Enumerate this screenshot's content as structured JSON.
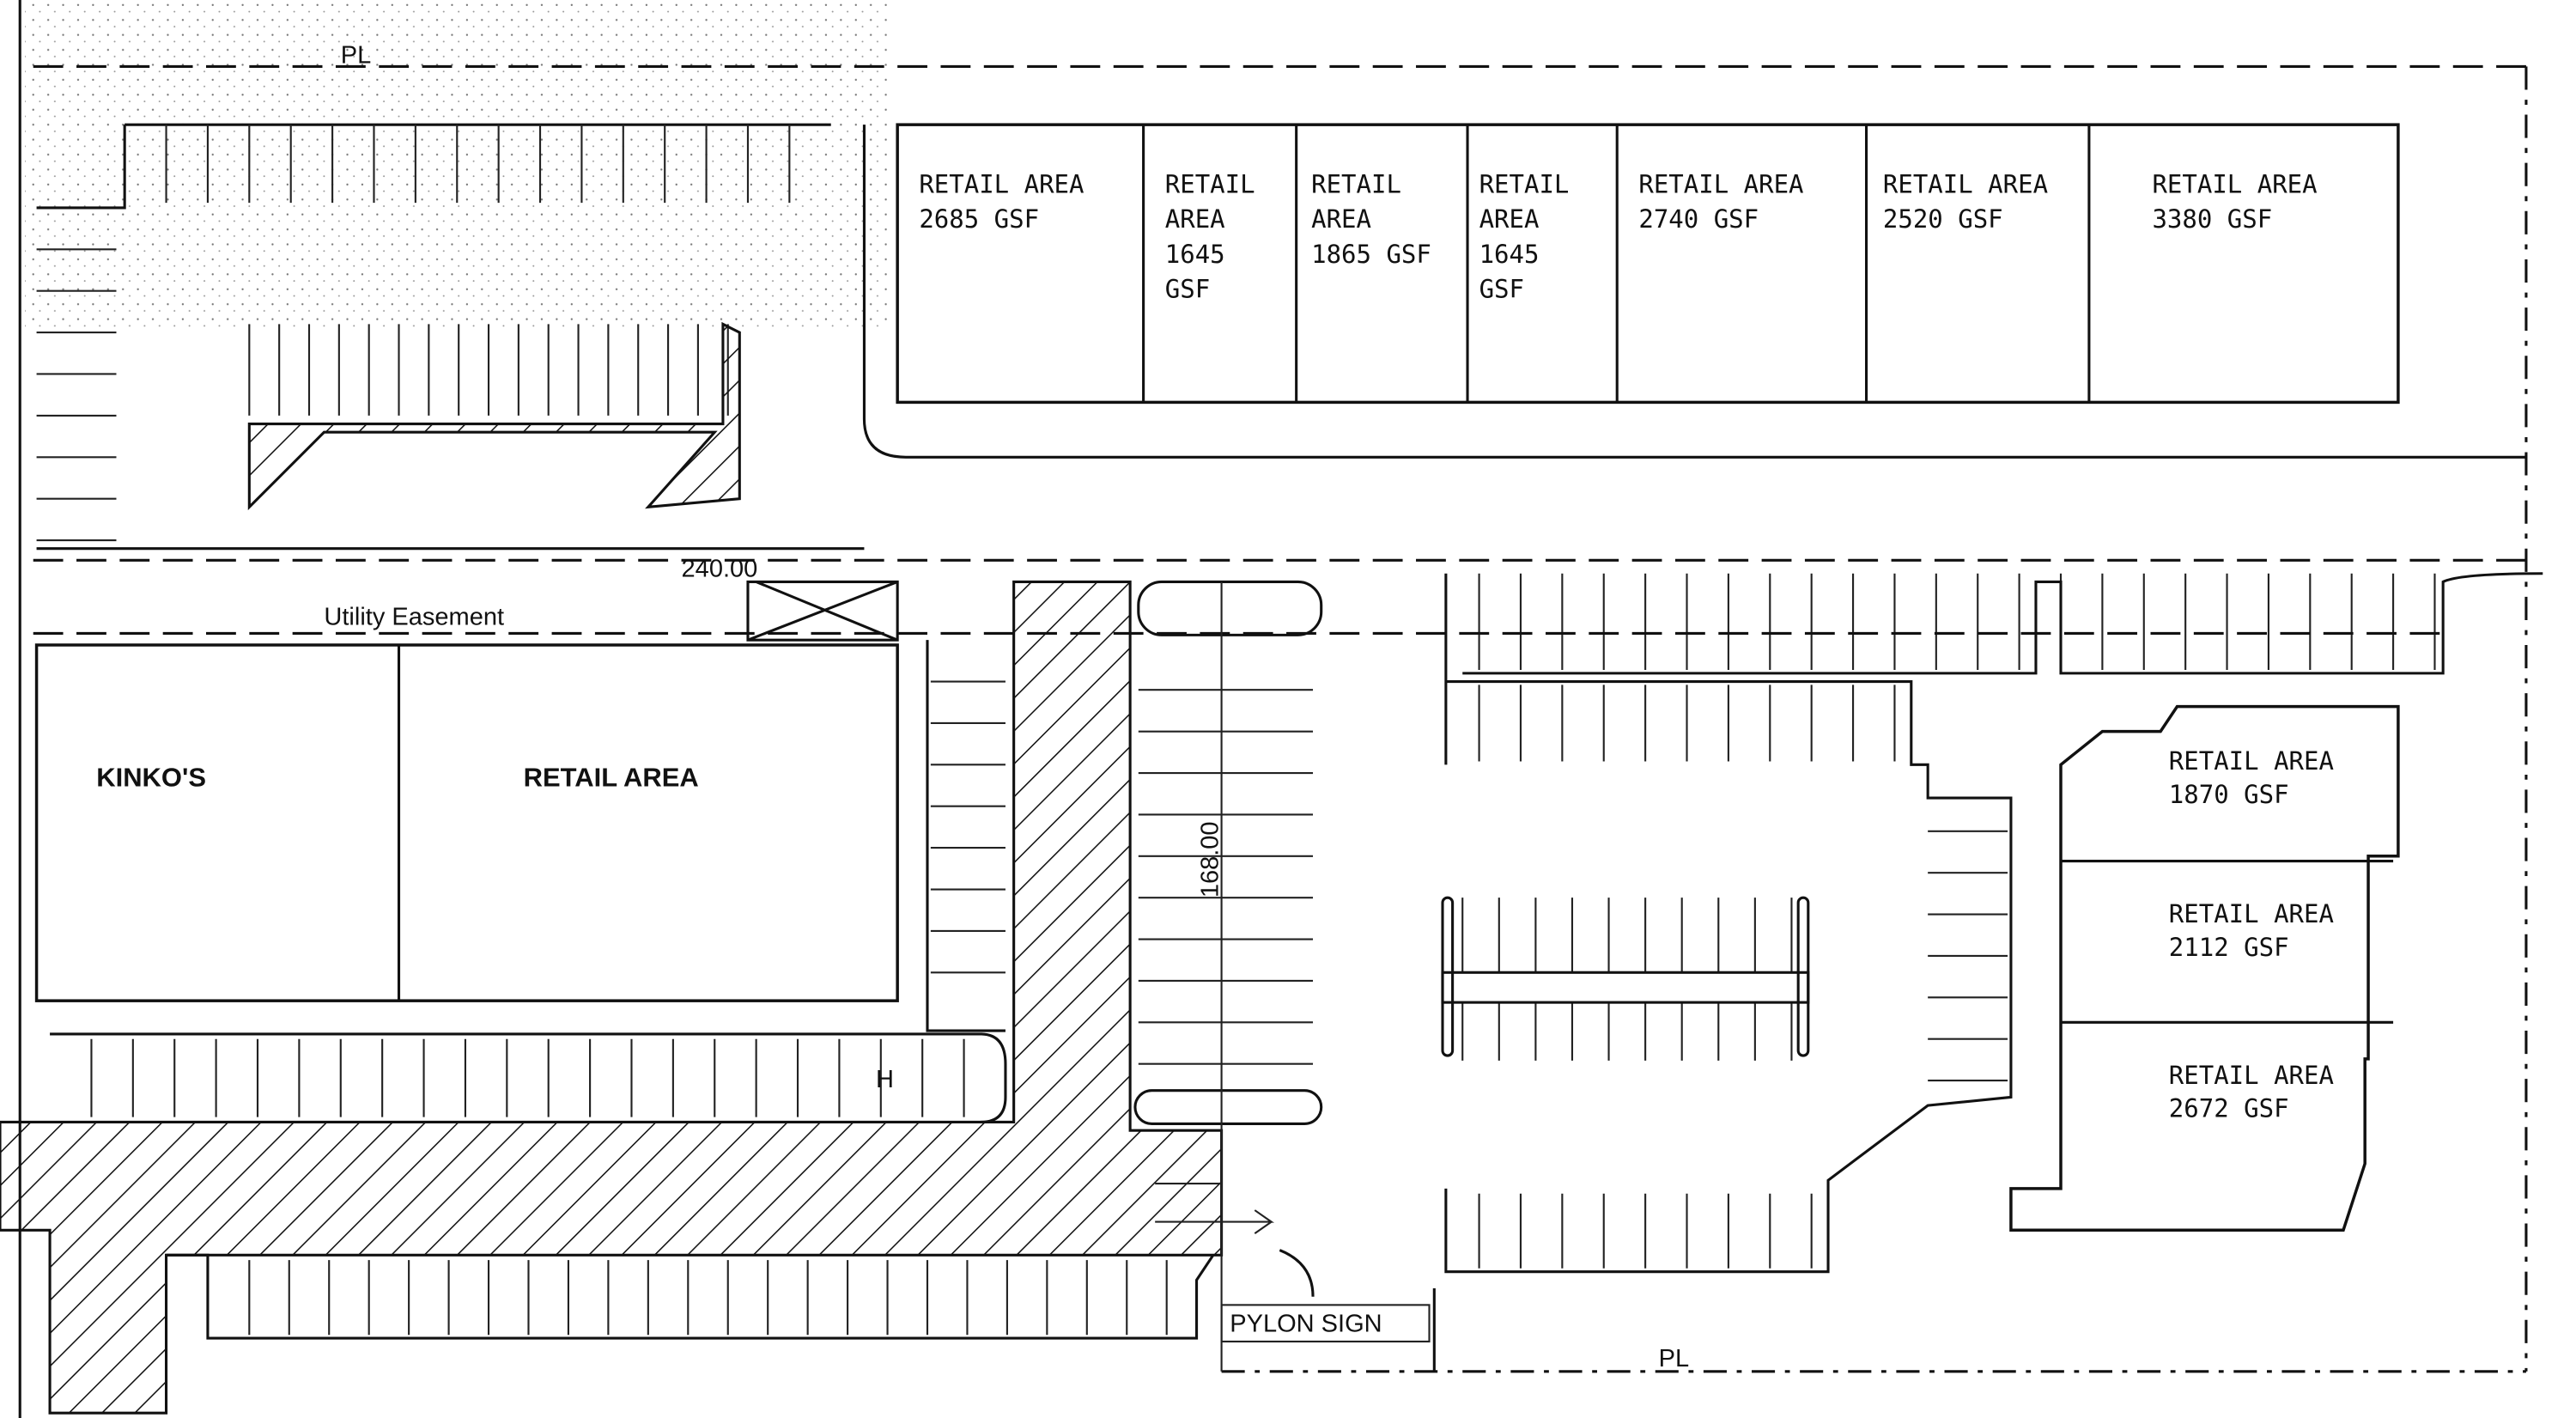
{
  "property_lines": {
    "top_label": "PL",
    "bottom_label": "PL"
  },
  "dimensions": {
    "width": "240.00",
    "depth": "168.00"
  },
  "easement_label": "Utility Easement",
  "top_retail_units": [
    {
      "line1": "RETAIL AREA",
      "line2": "2685 GSF",
      "line3": "",
      "line4": ""
    },
    {
      "line1": "RETAIL",
      "line2": "AREA",
      "line3": "1645",
      "line4": "GSF"
    },
    {
      "line1": "RETAIL",
      "line2": "AREA",
      "line3": "1865 GSF",
      "line4": ""
    },
    {
      "line1": "RETAIL",
      "line2": "AREA",
      "line3": "1645",
      "line4": "GSF"
    },
    {
      "line1": "RETAIL AREA",
      "line2": "2740 GSF",
      "line3": "",
      "line4": ""
    },
    {
      "line1": "RETAIL AREA",
      "line2": "2520 GSF",
      "line3": "",
      "line4": ""
    },
    {
      "line1": "RETAIL AREA",
      "line2": "3380 GSF",
      "line3": "",
      "line4": ""
    }
  ],
  "left_building": {
    "tenant1": "KINKO'S",
    "tenant2": "RETAIL AREA"
  },
  "right_retail_units": [
    {
      "line1": "RETAIL AREA",
      "line2": "1870 GSF"
    },
    {
      "line1": "RETAIL AREA",
      "line2": "2112 GSF"
    },
    {
      "line1": "RETAIL AREA",
      "line2": "2672 GSF"
    }
  ],
  "pylon_sign": "PYLON SIGN",
  "accessible_stall_mark": "H"
}
